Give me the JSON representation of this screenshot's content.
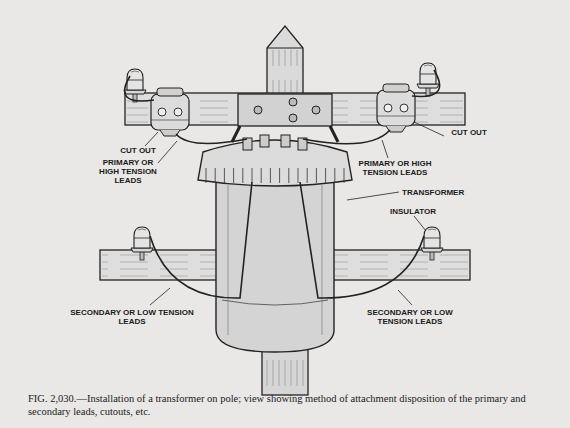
{
  "diagram": {
    "caption": "FIG. 2,030.—Installation of a transformer on pole; view showing method of attachment disposition of the primary and secondary leads, cutouts, etc.",
    "labels": [
      "CUT OUT",
      "PRIMARY OR HIGH TENSION LEADS",
      "CUT OUT",
      "PRIMARY OR HIGH TENSION LEADS",
      "TRANSFORMER",
      "INSULATOR",
      "SECONDARY OR LOW TENSION LEADS",
      "SECONDARY OR LOW TENSION LEADS"
    ]
  }
}
